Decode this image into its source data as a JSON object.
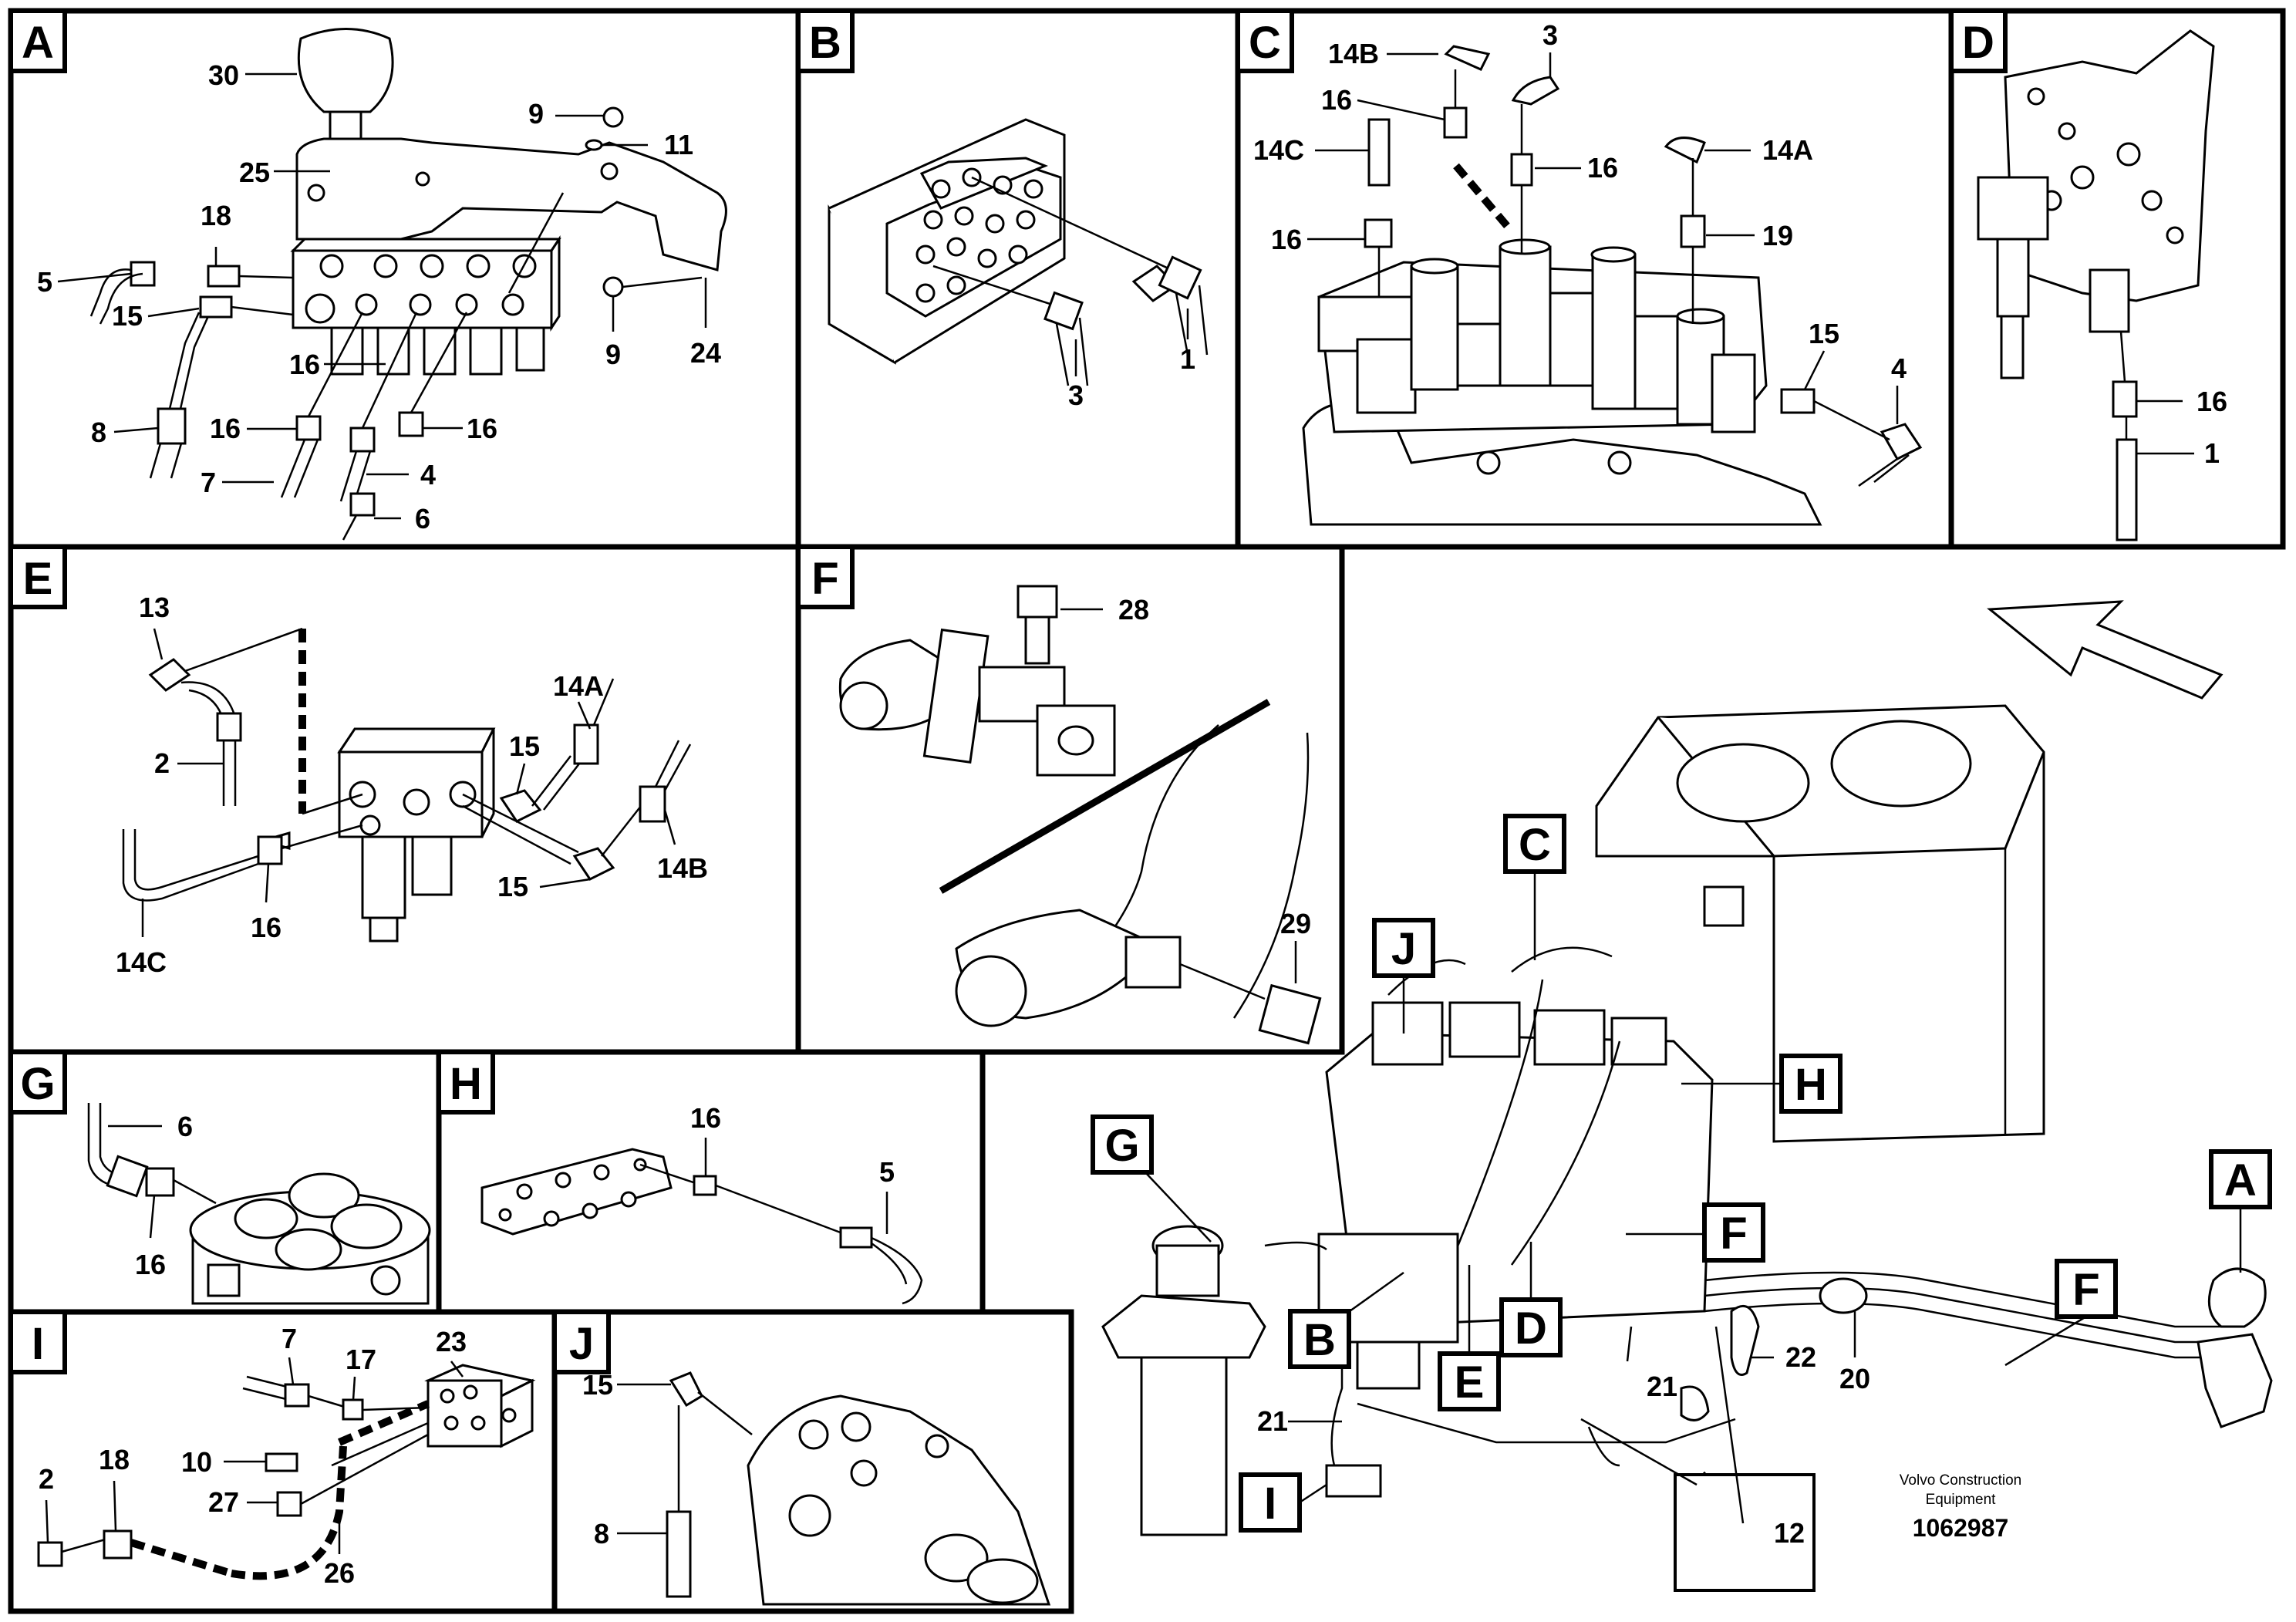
{
  "panels": {
    "A": {
      "label": "A",
      "callouts": [
        "30",
        "25",
        "9",
        "11",
        "18",
        "5",
        "15",
        "8",
        "16",
        "16",
        "7",
        "16",
        "4",
        "6",
        "9",
        "24"
      ]
    },
    "B": {
      "label": "B",
      "callouts": [
        "1",
        "3"
      ]
    },
    "C": {
      "label": "C",
      "callouts": [
        "14B",
        "3",
        "16",
        "14C",
        "16",
        "14A",
        "16",
        "19",
        "15",
        "4"
      ]
    },
    "D": {
      "label": "D",
      "callouts": [
        "16",
        "1"
      ]
    },
    "E": {
      "label": "E",
      "callouts": [
        "13",
        "2",
        "14A",
        "15",
        "15",
        "14B",
        "16",
        "14C"
      ]
    },
    "F": {
      "label": "F",
      "callouts": [
        "28",
        "29"
      ]
    },
    "G": {
      "label": "G",
      "callouts": [
        "6",
        "16"
      ]
    },
    "H": {
      "label": "H",
      "callouts": [
        "16",
        "5"
      ]
    },
    "I": {
      "label": "I",
      "callouts": [
        "7",
        "17",
        "23",
        "18",
        "2",
        "10",
        "27",
        "26"
      ]
    },
    "J": {
      "label": "J",
      "callouts": [
        "15",
        "8"
      ]
    }
  },
  "overview": {
    "view_labels": [
      "C",
      "J",
      "H",
      "G",
      "F",
      "A",
      "F",
      "B",
      "D",
      "E",
      "I"
    ],
    "callouts": [
      "21",
      "21",
      "22",
      "20",
      "12"
    ]
  },
  "credit": {
    "line1": "Volvo Construction",
    "line2": "Equipment",
    "doc_number": "1062987"
  }
}
